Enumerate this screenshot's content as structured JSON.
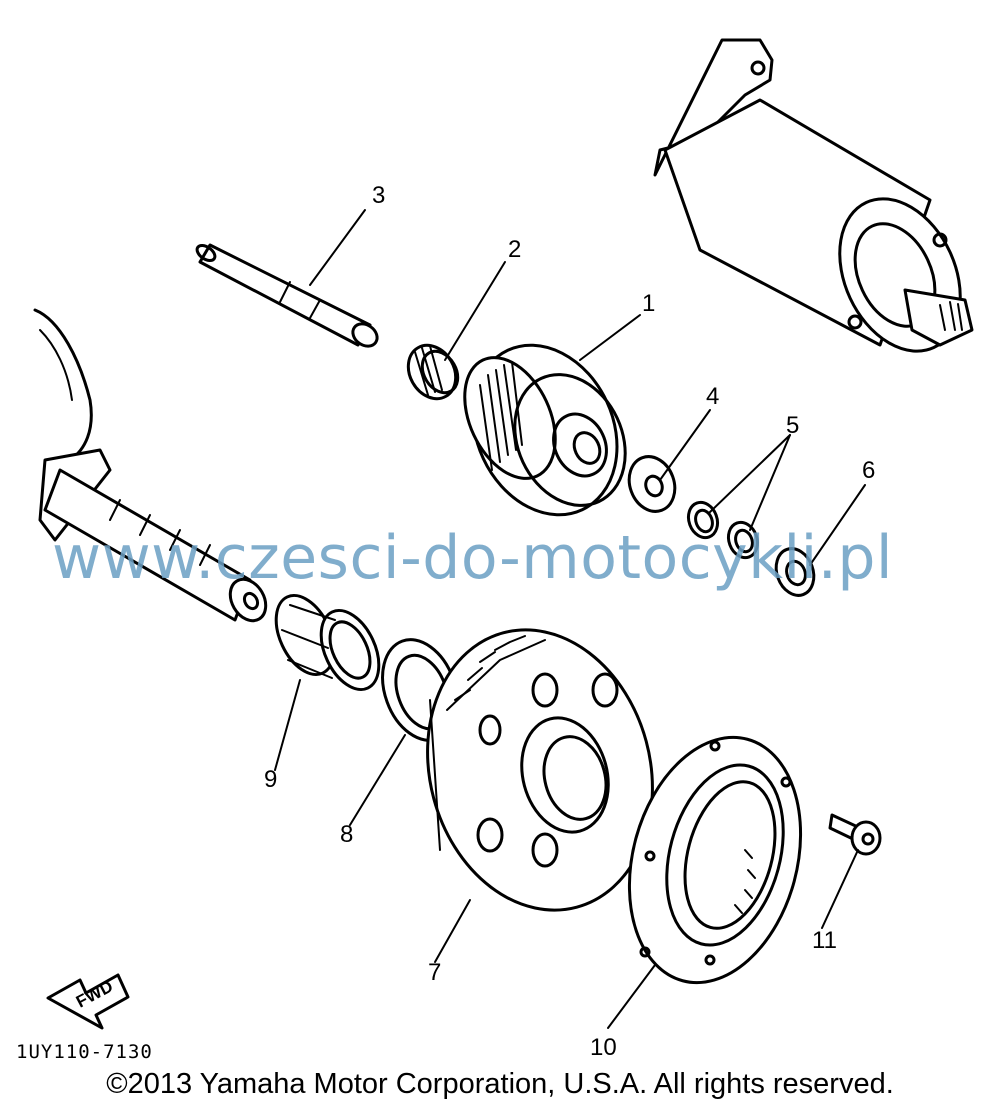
{
  "callouts": {
    "p1": "1",
    "p2": "2",
    "p3": "3",
    "p4": "4",
    "p5": "5",
    "p6": "6",
    "p7": "7",
    "p8": "8",
    "p9": "9",
    "p10": "10",
    "p11": "11"
  },
  "fwd_label": "FWD",
  "figure_code": "1UY110-7130",
  "watermark": "www.czesci-do-motocykli.pl",
  "copyright": "©2013 Yamaha Motor Corporation, U.S.A. All rights reserved.",
  "colors": {
    "ink": "#000000",
    "watermark": "#6b9fc4",
    "background": "#ffffff"
  }
}
